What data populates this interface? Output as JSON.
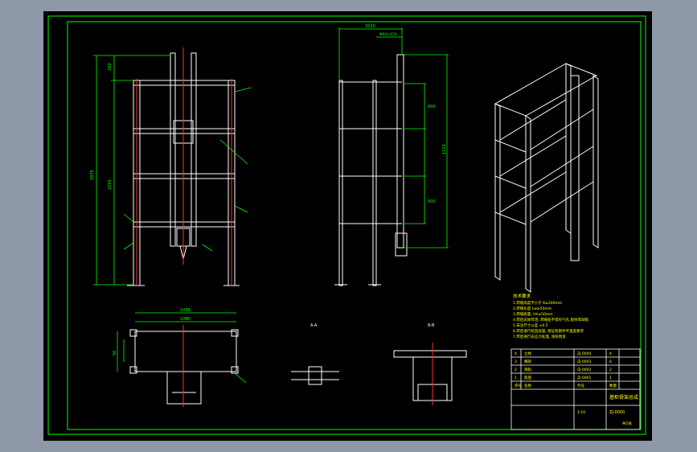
{
  "app": {
    "name": "CAD drawing viewer"
  },
  "colors": {
    "background_outer": "#8e98a8",
    "sheet": "#000000",
    "frame": "#00ff00",
    "object_lines": "#ffffff",
    "dimension_lines": "#00ff00",
    "center_lines": "#ff0000",
    "notes_text": "#ffff00"
  },
  "views": {
    "front_view": {
      "dim_total_height": "2970",
      "dim_upper": "260",
      "dim_mid": "2250"
    },
    "side_view": {
      "dim_top_width": "1020",
      "dim_top_inner": "Φ60×150",
      "dim_span_1": "600",
      "dim_span_2": "1210",
      "dim_span_3": "500"
    },
    "top_view": {
      "dim_width": "1058",
      "dim_inner": "1080",
      "dim_depth": "50"
    },
    "section_a": {
      "label": "A-A"
    },
    "section_b": {
      "label": "B-B"
    }
  },
  "notes": {
    "title": "技术要求",
    "lines": [
      "1.焊缝高度不小于 K≥200mm",
      "2.焊缝长度 Lw≥50mm",
      "3.焊缝质量, Hh≥50mm",
      "4.焊后去除焊渣, 焊缝处不得有气孔,裂纹等缺陷",
      "5.未注尺寸公差 ±0.5",
      "6.焊后进行校直处理, 保证各部件平直度要求",
      "7.焊后进行去应力处理, 涂防锈漆"
    ]
  },
  "title_block": {
    "drawing_name": "基柜骨架总成",
    "drawing_no": "ZJ-0000",
    "scale": "1:10",
    "sheet": "共1张",
    "parts": [
      {
        "no": "4",
        "name": "立柱",
        "code": "ZJ-0004",
        "qty": "4"
      },
      {
        "no": "3",
        "name": "横梁",
        "code": "ZJ-0003",
        "qty": "8"
      },
      {
        "no": "2",
        "name": "滑轨",
        "code": "ZJ-0002",
        "qty": "2"
      },
      {
        "no": "1",
        "name": "底座",
        "code": "ZJ-0001",
        "qty": "1"
      }
    ],
    "header": {
      "no": "序号",
      "name": "名称",
      "code": "代号",
      "qty": "数量"
    }
  }
}
